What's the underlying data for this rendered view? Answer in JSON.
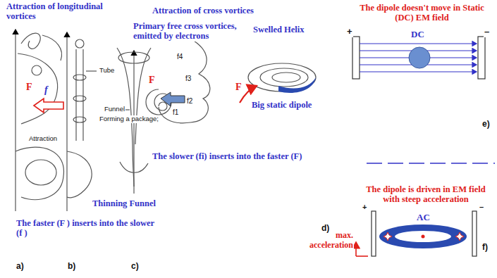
{
  "diagram": {
    "labels": [
      "Attraction of longitudinal vortices",
      "Attraction of cross vortices",
      "Primary free cross vortices, emitted by electrons",
      "Swelled Helix",
      "Big static dipole",
      "The dipole doesn't move in Static (DC) EM field",
      "+",
      "DC",
      "–",
      "e)",
      "The dipole is driven in EM field with steep acceleration",
      "+",
      "–",
      "AC",
      "max. acceleration",
      "f)",
      "d)",
      "The slower (fi) inserts into the faster (F)",
      "The faster (F ) inserts into the slower (f )",
      "Thinning Funnel",
      "a)",
      "b)",
      "c)",
      "Tube",
      "Funnel",
      "Forming a package;",
      "Attraction",
      "F",
      "f",
      "F",
      "f4",
      "f3",
      "f2",
      "f1",
      "F"
    ]
  }
}
